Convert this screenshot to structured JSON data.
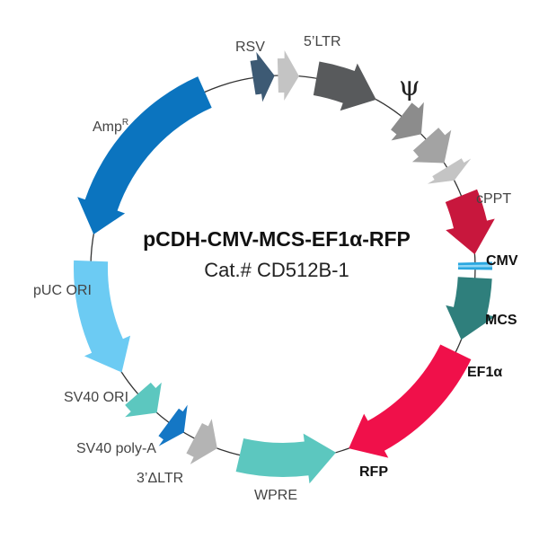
{
  "title": {
    "name": "pCDH-CMV-MCS-EF1α-RFP",
    "catalog": "Cat.# CD512B-1"
  },
  "features": [
    {
      "key": "rsv",
      "label": "RSV",
      "color": "#3d5a74",
      "start": 351.0,
      "end": 357.5,
      "dir": "cw",
      "bold": false
    },
    {
      "key": "ltr5",
      "label": "5’LTR",
      "color": "#c4c4c4",
      "start": 358.5,
      "end": 4.8,
      "dir": "cw",
      "bold": false
    },
    {
      "key": "psi",
      "label": "ψ",
      "color": "#585a5c",
      "start": 10.0,
      "end": 29.0,
      "dir": "cw",
      "bold": false
    },
    {
      "key": "gag",
      "label": "",
      "color": "#8c8c8c",
      "start": 38.0,
      "end": 46.0,
      "dir": "cw",
      "bold": false
    },
    {
      "key": "rre",
      "label": "",
      "color": "#a3a3a3",
      "start": 48.0,
      "end": 57.0,
      "dir": "cw",
      "bold": false
    },
    {
      "key": "cppt",
      "label": "cPPT",
      "color": "#c4c4c4",
      "start": 58.5,
      "end": 63.0,
      "dir": "cw",
      "bold": false
    },
    {
      "key": "cmv",
      "label": "CMV",
      "color": "#c8173d",
      "start": 68.0,
      "end": 86.0,
      "dir": "cw",
      "bold": true
    },
    {
      "key": "ef1a",
      "label": "EF1α",
      "color": "#2f7f7c",
      "start": 93.0,
      "end": 112.0,
      "dir": "cw",
      "bold": true
    },
    {
      "key": "rfp",
      "label": "RFP",
      "color": "#f0104a",
      "start": 116.0,
      "end": 160.0,
      "dir": "cw",
      "bold": true
    },
    {
      "key": "wpre",
      "label": "WPRE",
      "color": "#5cc7bf",
      "start": 164.0,
      "end": 193.0,
      "dir": "ccw",
      "bold": false
    },
    {
      "key": "ltr3",
      "label": "3’ΔLTR",
      "color": "#b4b4b4",
      "start": 200.0,
      "end": 207.5,
      "dir": "ccw",
      "bold": false
    },
    {
      "key": "sv40polya",
      "label": "SV40 poly-A",
      "color": "#1477c5",
      "start": 211.0,
      "end": 216.5,
      "dir": "ccw",
      "bold": false
    },
    {
      "key": "sv40ori",
      "label": "SV40 ORI",
      "color": "#5cc7bf",
      "start": 221.0,
      "end": 229.0,
      "dir": "ccw",
      "bold": false
    },
    {
      "key": "puc",
      "label": "pUC ORI",
      "color": "#6ccbf3",
      "start": 237.0,
      "end": 272.0,
      "dir": "ccw",
      "bold": false
    },
    {
      "key": "amp",
      "label": "Amp",
      "sup": "R",
      "color": "#0b74bf",
      "start": 280.0,
      "end": 336.0,
      "dir": "ccw",
      "bold": false
    }
  ],
  "mcs": {
    "label": "MCS",
    "color": "#2aa7e0",
    "light": "#8fd6f5",
    "angle": 89.5
  }
}
